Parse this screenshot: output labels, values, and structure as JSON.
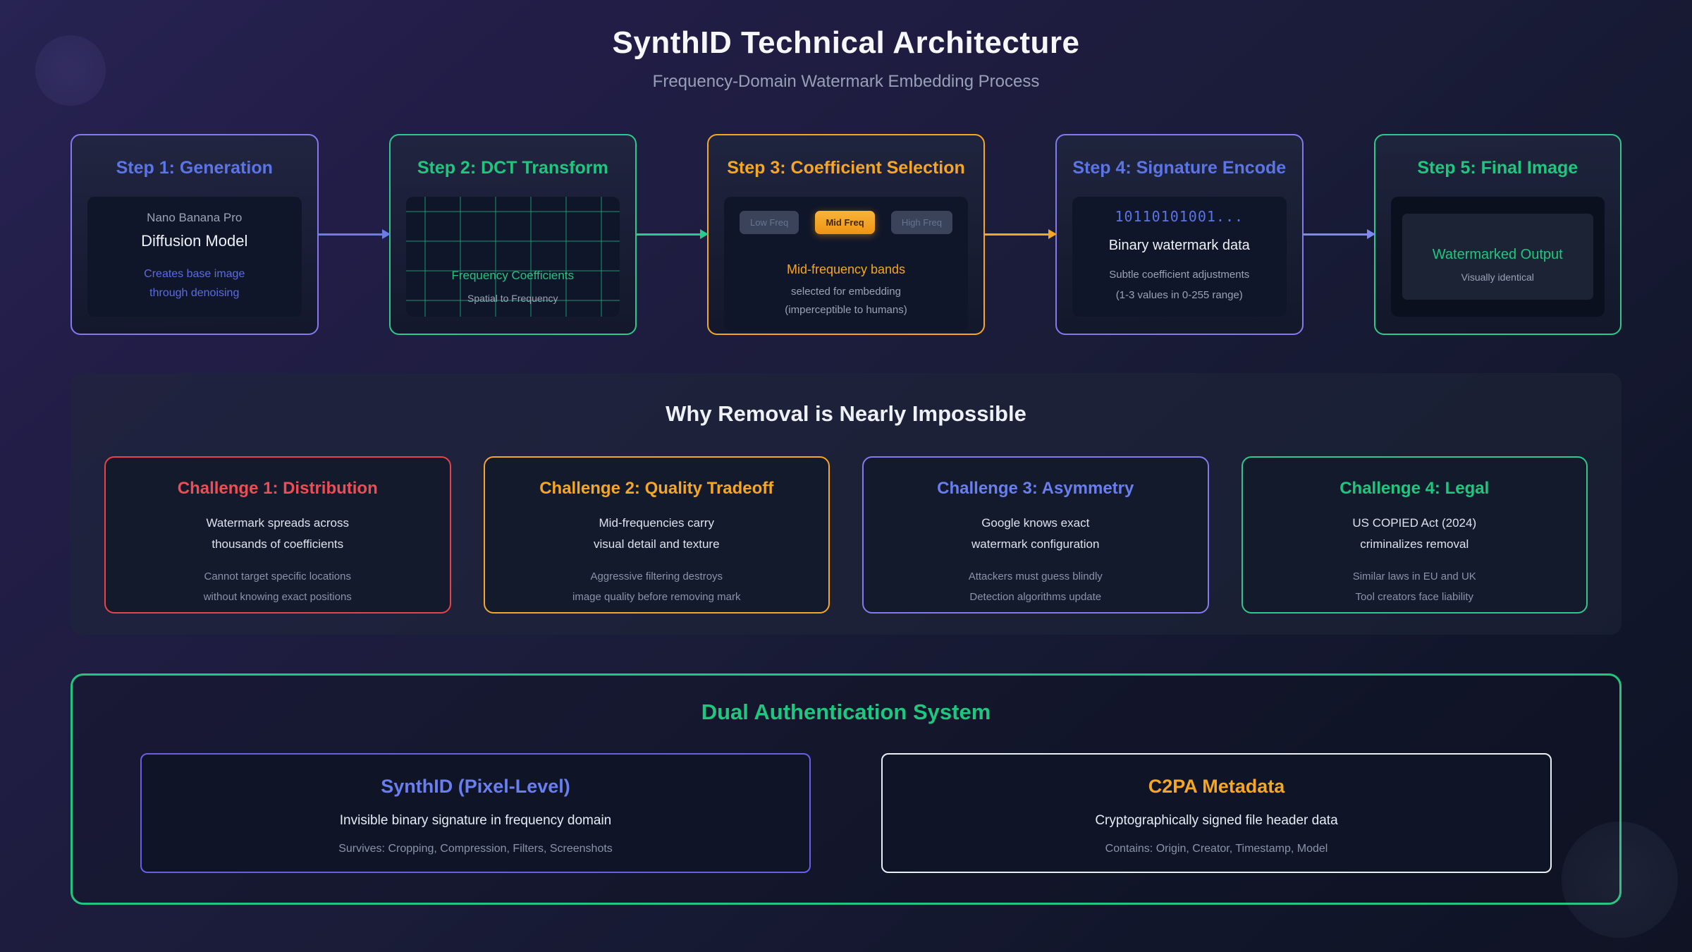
{
  "header": {
    "title": "SynthID Technical Architecture",
    "subtitle": "Frequency-Domain Watermark Embedding Process"
  },
  "colors": {
    "blue": "#5b74e6",
    "violet": "#6a7ef0",
    "purple_border": "#8678ee",
    "green": "#1fc77e",
    "green_border": "#2cc98a",
    "orange": "#f5a623",
    "red": "#e8434a",
    "text_muted": "#9aa3b5",
    "text_light": "#eef1f7"
  },
  "flow": {
    "steps": [
      {
        "title": "Step 1: Generation",
        "model_name": "Nano Banana Pro",
        "model_type": "Diffusion Model",
        "note_line1": "Creates base image",
        "note_line2": "through denoising"
      },
      {
        "title": "Step 2: DCT Transform",
        "caption": "Frequency Coefficients",
        "subcaption": "Spatial to Frequency"
      },
      {
        "title": "Step 3: Coefficient Selection",
        "bands": [
          "Low Freq",
          "Mid Freq",
          "High Freq"
        ],
        "selected_band": "Mid Freq",
        "caption": "Mid-frequency bands",
        "sub_line1": "selected for embedding",
        "sub_line2": "(imperceptible to humans)"
      },
      {
        "title": "Step 4: Signature Encode",
        "binary": "10110101001...",
        "caption": "Binary watermark data",
        "sub_line1": "Subtle coefficient adjustments",
        "sub_line2": "(1-3 values in 0-255 range)"
      },
      {
        "title": "Step 5: Final Image",
        "caption": "Watermarked Output",
        "subcaption": "Visually identical"
      }
    ],
    "arrow_colors": [
      "#6a7ce8",
      "#2cc98a",
      "#f5a623",
      "#7c8af0"
    ]
  },
  "challenges": {
    "title": "Why Removal is Nearly Impossible",
    "cards": [
      {
        "title": "Challenge 1: Distribution",
        "accent": "#e8434a",
        "body_line1": "Watermark spreads across",
        "body_line2": "thousands of coefficients",
        "note_line1": "Cannot target specific locations",
        "note_line2": "without knowing exact positions"
      },
      {
        "title": "Challenge 2: Quality Tradeoff",
        "accent": "#f5a623",
        "body_line1": "Mid-frequencies carry",
        "body_line2": "visual detail and texture",
        "note_line1": "Aggressive filtering destroys",
        "note_line2": "image quality before removing mark"
      },
      {
        "title": "Challenge 3: Asymmetry",
        "accent": "#6a7ef0",
        "body_line1": "Google knows exact",
        "body_line2": "watermark configuration",
        "note_line1": "Attackers must guess blindly",
        "note_line2": "Detection algorithms update"
      },
      {
        "title": "Challenge 4: Legal",
        "accent": "#1fc77e",
        "body_line1": "US COPIED Act (2024)",
        "body_line2": "criminalizes removal",
        "note_line1": "Similar laws in EU and UK",
        "note_line2": "Tool creators face liability"
      }
    ]
  },
  "dual_auth": {
    "title": "Dual Authentication System",
    "cards": [
      {
        "title": "SynthID (Pixel-Level)",
        "accent": "#6a5de8",
        "body": "Invisible binary signature in frequency domain",
        "note": "Survives: Cropping, Compression, Filters, Screenshots"
      },
      {
        "title": "C2PA Metadata",
        "accent": "#f5a623",
        "body": "Cryptographically signed file header data",
        "note": "Contains: Origin, Creator, Timestamp, Model"
      }
    ]
  }
}
